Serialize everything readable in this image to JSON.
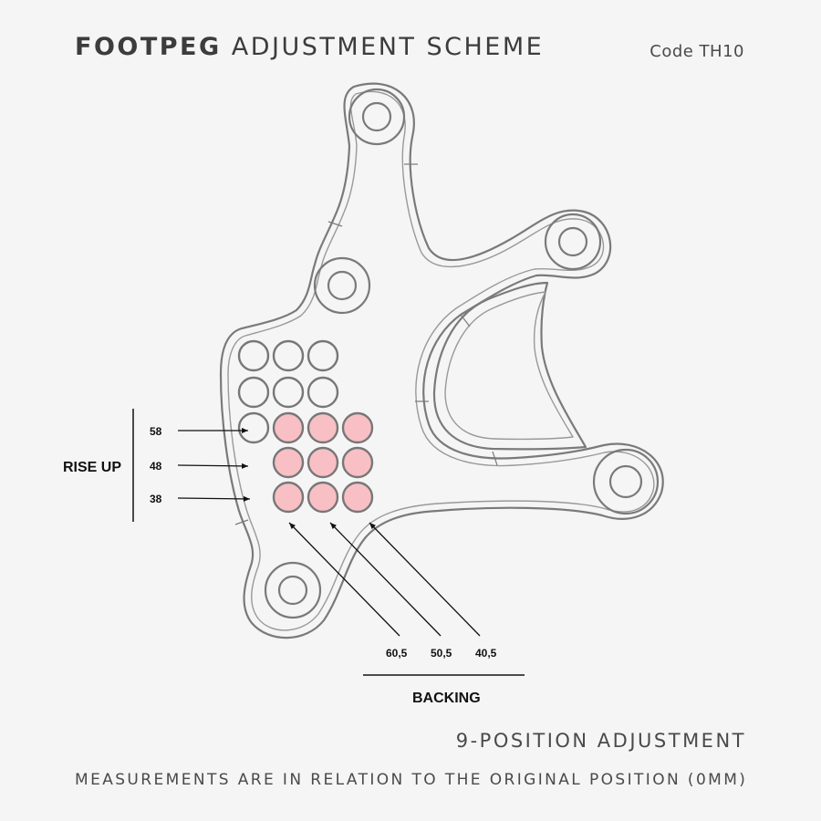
{
  "header": {
    "title_bold": "FOOTPEG",
    "title_rest": "ADJUSTMENT SCHEME",
    "code": "Code TH10"
  },
  "rise_up": {
    "label": "RISE UP",
    "values": [
      "58",
      "48",
      "38"
    ]
  },
  "backing": {
    "label": "BACKING",
    "values": [
      "60,5",
      "50,5",
      "40,5"
    ]
  },
  "footer": {
    "line1": "9-POSITION ADJUSTMENT",
    "line2": "MEASUREMENTS ARE IN RELATION TO THE ORIGINAL POSITION (0MM)"
  },
  "colors": {
    "background": "#f5f5f5",
    "plate_stroke": "#777777",
    "active_hole_fill": "#f8c0c4",
    "text": "#3c3c3c"
  }
}
